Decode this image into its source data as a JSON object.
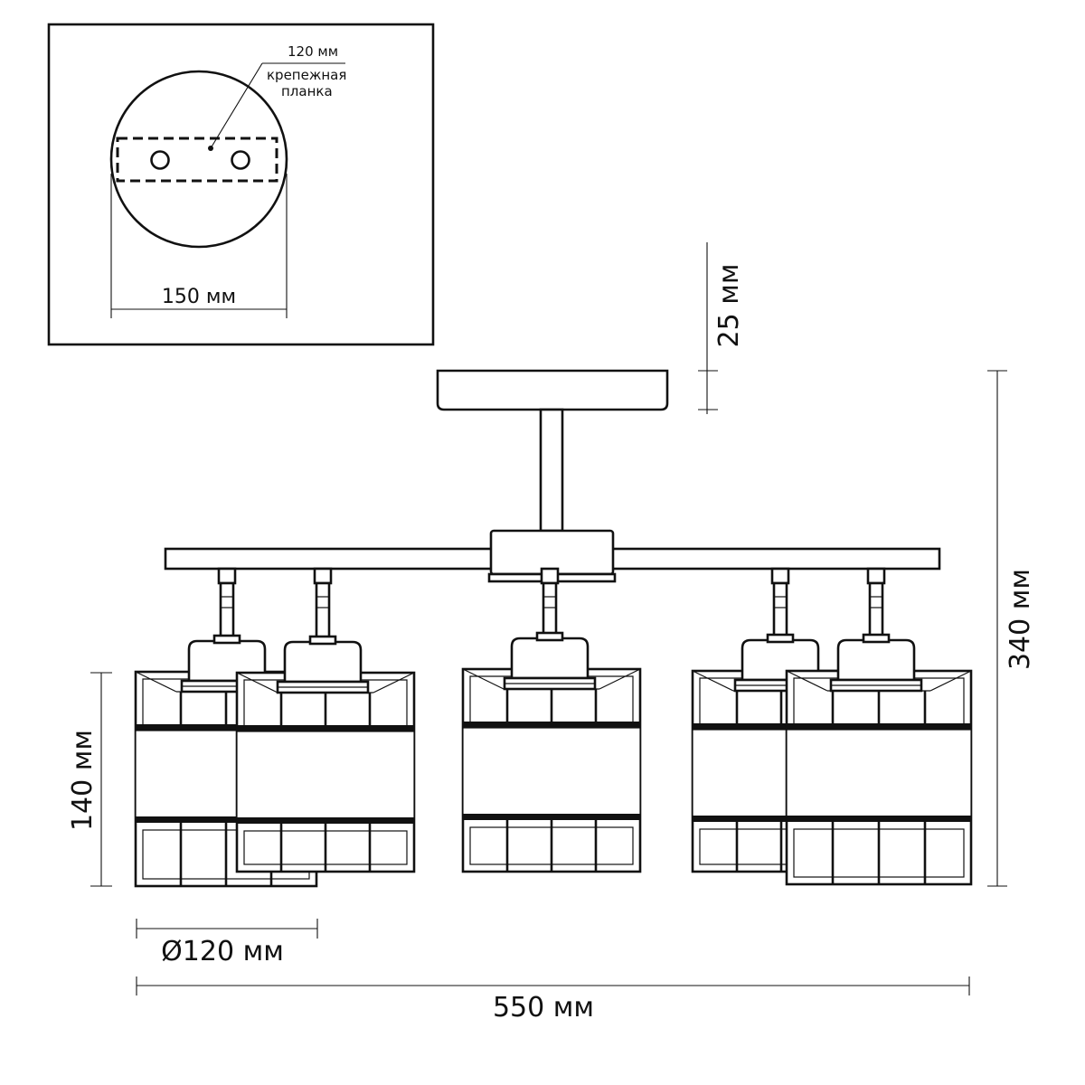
{
  "mount": {
    "plate_label": "120 мм",
    "plate_caption_line1": "крепежная",
    "plate_caption_line2": "планка",
    "diameter_label": "150 мм"
  },
  "dimensions": {
    "canopy_height": "25 мм",
    "total_height": "340 мм",
    "shade_height": "140 мм",
    "shade_diameter": "Ø120 мм",
    "total_width": "550 мм"
  },
  "colors": {
    "line": "#111111",
    "background": "#ffffff"
  },
  "lamps": [
    {
      "id": "lamp-1",
      "row": "back"
    },
    {
      "id": "lamp-2",
      "row": "front"
    },
    {
      "id": "lamp-3",
      "row": "back"
    },
    {
      "id": "lamp-4",
      "row": "back"
    },
    {
      "id": "lamp-5",
      "row": "front"
    }
  ]
}
